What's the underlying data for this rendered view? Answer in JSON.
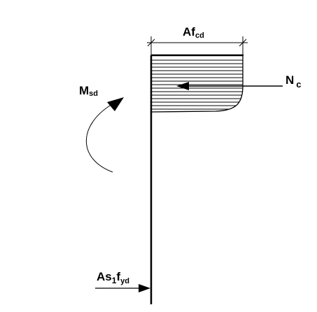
{
  "labels": {
    "width_main": "Af",
    "width_sub": "cd",
    "moment_main": "M",
    "moment_sub": "sd",
    "force_main": "N",
    "force_sub": "c",
    "steel_main_a": "As",
    "steel_sub_a": "1",
    "steel_main_b": "f",
    "steel_sub_b": "yd"
  },
  "colors": {
    "ink": "#000000",
    "background": "#ffffff"
  }
}
